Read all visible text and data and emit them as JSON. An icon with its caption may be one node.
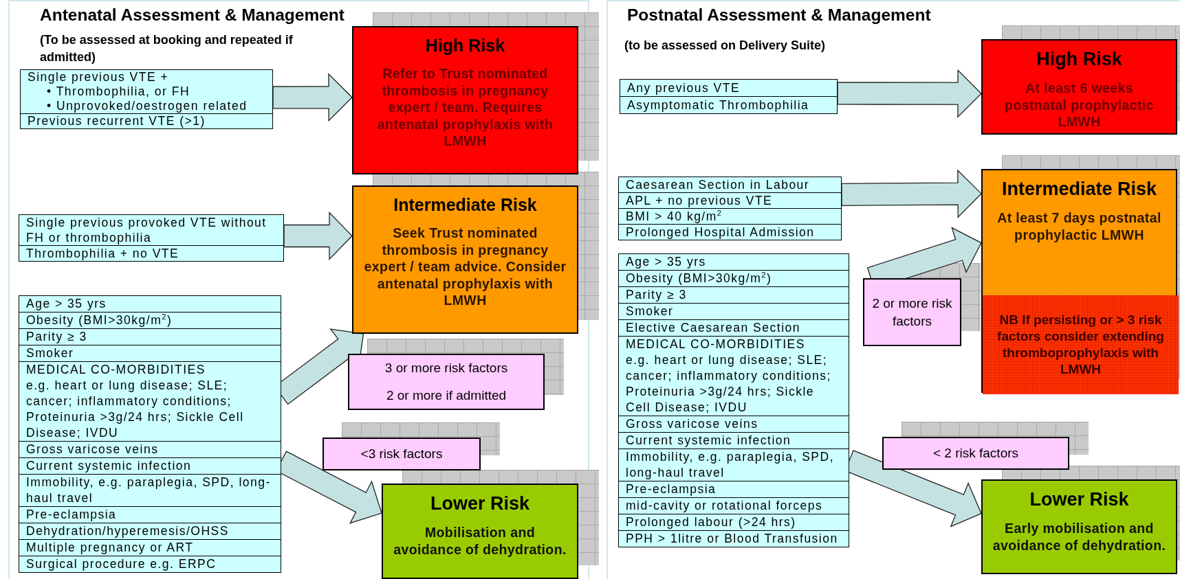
{
  "diagram": {
    "nodes": [
      {
        "text": [
          "Antenatal Assessment & Management",
          "(To be assessed at booking and repeated if admitted)"
        ]
      },
      {
        "text": [
          "Single previous VTE +",
          "• Thrombophilia, or FH",
          "• Unprovoked/oestrogen related",
          "Previous recurrent VTE (>1)"
        ],
        "in": 0
      },
      {
        "text": [
          "High Risk",
          "Refer to Trust nominated thrombosis in pregnancy expert / team. Requires antenatal prophylaxis with LMWH"
        ],
        "in": 0
      },
      {
        "text": [
          "Single previous provoked VTE without FH or thrombophilia",
          "Thrombophilia + no VTE"
        ],
        "in": 0
      },
      {
        "text": [
          "Intermediate Risk",
          "Seek Trust nominated thrombosis in pregnancy expert / team advice. Consider antenatal prophylaxis with LMWH"
        ],
        "in": 0
      },
      {
        "text": [
          "Age > 35 yrs",
          "Obesity (BMI>30kg/m$^{2}$)",
          "Parity ≥ 3",
          "Smoker",
          "MEDICAL CO-MORBIDITIES",
          "e.g. heart or lung disease; SLE; cancer; inflammatory conditions; Proteinuria >3g/24 hrs; Sickle Cell Disease; IVDU",
          "Gross varicose veins",
          "Current systemic infection",
          "Immobility, e.g. paraplegia, SPD, long-haul travel",
          "Pre-eclampsia",
          "Dehydration/hyperemesis/OHSS",
          "Multiple pregnancy or ART",
          "Surgical procedure e.g. ERPC"
        ],
        "in": 0
      },
      {
        "text": [
          "3 or more risk factors",
          "2 or more if admitted"
        ],
        "in": 0
      },
      {
        "text": [
          "<3 risk factors"
        ],
        "in": 0
      },
      {
        "text": [
          "Lower Risk",
          "Mobilisation and avoidance of dehydration."
        ],
        "in": 0
      },
      {
        "text": [
          "Postnatal Assessment & Management",
          "(to be assessed on Delivery Suite)"
        ]
      },
      {
        "text": [
          "Any previous VTE",
          "Asymptomatic Thrombophilia"
        ],
        "in": 9
      },
      {
        "text": [
          "High Risk",
          "At least 6 weeks postnatal prophylactic LMWH"
        ],
        "in": 9
      },
      {
        "text": [
          "Caesarean Section in Labour",
          "APL + no previous VTE",
          "BMI > 40 kg/m$^{2}$",
          "Prolonged Hospital Admission"
        ],
        "in": 9
      },
      {
        "text": [
          "Intermediate Risk",
          "At least 7 days postnatal prophylactic LMWH"
        ],
        "in": 9
      },
      {
        "text": [
          "NB If persisting or > 3 risk factors consider extending thromboprophylaxis with LMWH"
        ],
        "in": 13
      },
      {
        "text": [
          "Age > 35 yrs",
          "Obesity (BMI>30kg/m$^{2}$)",
          "Parity ≥ 3",
          "Smoker",
          "Elective Caesarean Section",
          "MEDICAL CO-MORBIDITIES",
          "e.g. heart or lung disease; SLE; cancer; inflammatory conditions; Proteinuria >3g/24 hrs; Sickle Cell Disease; IVDU",
          "Gross varicose veins",
          "Current systemic infection",
          "Immobility, e.g. paraplegia, SPD, long-haul travel",
          "Pre-eclampsia",
          "mid-cavity or rotational forceps",
          "Prolonged labour (>24 hrs)",
          "PPH > 1litre or Blood Transfusion"
        ],
        "in": 9
      },
      {
        "text": [
          "2 or more risk factors"
        ],
        "in": 9
      },
      {
        "text": [
          "< 2 risk factors"
        ],
        "in": 9
      },
      {
        "text": [
          "Lower Risk",
          "Early mobilisation and avoidance of dehydration."
        ],
        "in": 9
      }
    ],
    "edges": [
      {
        "from": 1,
        "to": 2,
        "arrow": "to",
        "style": "thick"
      },
      {
        "from": 3,
        "to": 4,
        "arrow": "to",
        "style": "thick"
      },
      {
        "from": 5,
        "to": 4,
        "arrow": "to",
        "style": "thick"
      },
      {
        "from": 5,
        "to": 8,
        "arrow": "to",
        "style": "thick"
      },
      {
        "from": 10,
        "to": 11,
        "arrow": "to",
        "style": "thick"
      },
      {
        "from": 12,
        "to": 13,
        "arrow": "to",
        "style": "thick"
      },
      {
        "from": 16,
        "to": 13,
        "arrow": "to",
        "style": "thick"
      },
      {
        "from": 15,
        "to": 18,
        "arrow": "to",
        "style": "thick"
      }
    ]
  }
}
